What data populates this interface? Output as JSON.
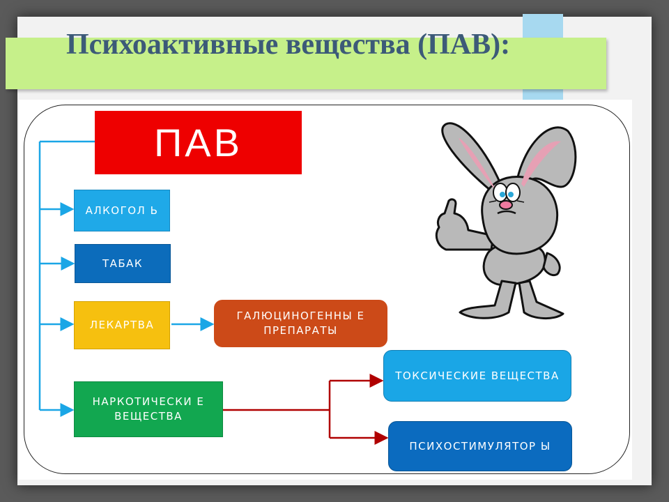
{
  "title": "Психоактивные вещества (ПАВ):",
  "nodes": {
    "pav": "ПАВ",
    "alkogol": "АЛКОГОЛ Ь",
    "tabak": "ТАБАК",
    "lekarstva": "ЛЕКАРТВА",
    "gallyucinogeny": "ГАЛЮЦИНОГЕННЫ Е ПРЕПАРАТЫ",
    "narkotiki": "НАРКОТИЧЕСКИ Е ВЕЩЕСТВА",
    "toksicheskie": "ТОКСИЧЕСКИЕ ВЕЩЕСТВА",
    "psihostimulyatory": "ПСИХОСТИМУЛЯТОР Ы"
  },
  "colors": {
    "title_band": "#c6f08a",
    "title_text": "#3c5a78",
    "connector_blue": "#1aa6e6",
    "connector_red": "#b00000"
  },
  "illustration": "cartoon-bunny-thumbs-up"
}
